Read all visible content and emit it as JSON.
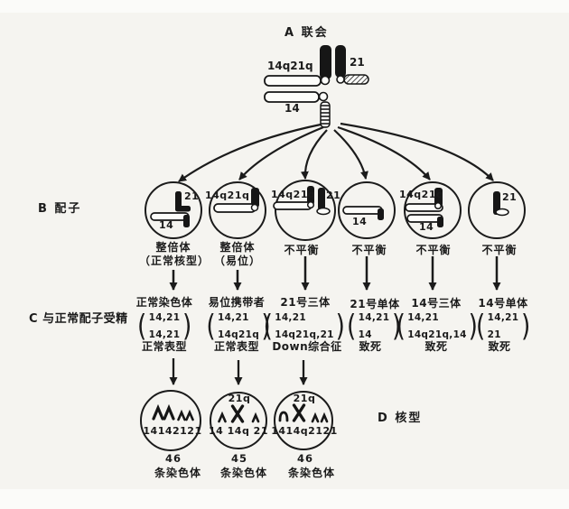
{
  "sections": {
    "a_label": "A 联会",
    "b_label": "B 配子",
    "c_label": "C 与正常配子受精",
    "d_label": "D 核型"
  },
  "synapsis": {
    "translocation_label": "14q21q",
    "chr21_label": "21",
    "chr14_label": "14"
  },
  "gametes": [
    {
      "chrom_a": "21",
      "chrom_b": "14",
      "status_line1": "整倍体",
      "status_line2": "（正常核型）"
    },
    {
      "chrom_a": "14q21q",
      "chrom_b": "",
      "status_line1": "整倍体",
      "status_line2": "（易位）"
    },
    {
      "chrom_a": "14q21q",
      "chrom_b": "21",
      "status_line1": "不平衡",
      "status_line2": ""
    },
    {
      "chrom_a": "14",
      "chrom_b": "",
      "status_line1": "不平衡",
      "status_line2": ""
    },
    {
      "chrom_a": "14q21q",
      "chrom_b": "14",
      "status_line1": "不平衡",
      "status_line2": ""
    },
    {
      "chrom_a": "21",
      "chrom_b": "",
      "status_line1": "不平衡",
      "status_line2": ""
    }
  ],
  "fertilization": [
    {
      "header": "正常染色体",
      "genotype_top": "14,21",
      "genotype_bottom": "14,21",
      "outcome": "正常表型"
    },
    {
      "header": "易位携带者",
      "genotype_top": "14,21",
      "genotype_bottom": "14q21q",
      "outcome": "正常表型"
    },
    {
      "header": "21号三体",
      "genotype_top": "14,21",
      "genotype_bottom": "14q21q,21",
      "outcome": "Down综合征"
    },
    {
      "header": "21号单体",
      "genotype_top": "14,21",
      "genotype_bottom": "14",
      "outcome": "致死"
    },
    {
      "header": "14号三体",
      "genotype_top": "14,21",
      "genotype_bottom": "14q21q,14",
      "outcome": "致死"
    },
    {
      "header": "14号单体",
      "genotype_top": "14,21",
      "genotype_bottom": "21",
      "outcome": "致死"
    }
  ],
  "karyotypes": [
    {
      "marker": "",
      "chrom_row": "14142121",
      "count": "46",
      "unit": "条染色体"
    },
    {
      "marker": "21q",
      "chrom_row": "14 14q 21",
      "count": "45",
      "unit": "条染色体"
    },
    {
      "marker": "21q",
      "chrom_row": "1414q2121",
      "count": "46",
      "unit": "条染色体"
    }
  ]
}
